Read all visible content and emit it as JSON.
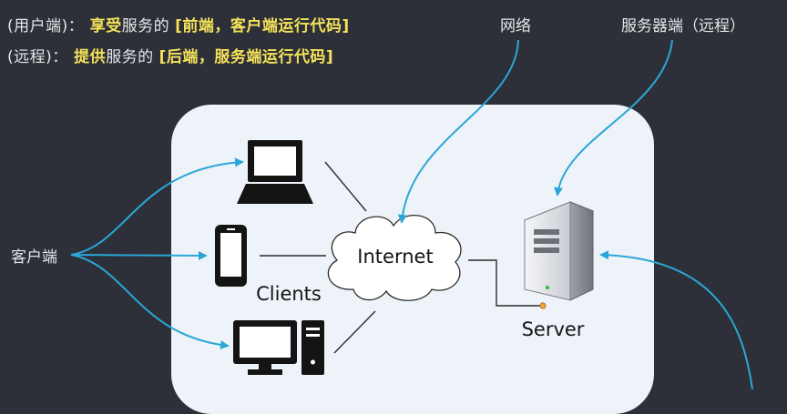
{
  "header": {
    "line1": {
      "prefix": "(用户端)：",
      "normal": " 享受",
      "plain": "服务的 ",
      "bracket": "[前端，客户端运行代码]"
    },
    "line2": {
      "prefix": "(远程)：",
      "normal": " 提供",
      "plain": "服务的 ",
      "bracket": "[后端，服务端运行代码]"
    }
  },
  "labels": {
    "network": "网络",
    "server_side": "服务器端（远程）",
    "client_side": "客户端"
  },
  "diagram": {
    "internet": "Internet",
    "clients": "Clients",
    "server": "Server"
  },
  "colors": {
    "background": "#2d3039",
    "panel": "#eef3fa",
    "arrow": "#2aa7d6",
    "highlight": "#f4e25a"
  }
}
